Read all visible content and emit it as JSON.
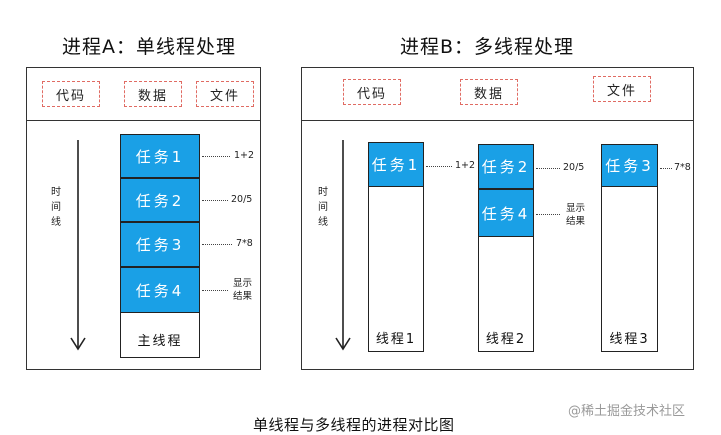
{
  "process_a": {
    "title": "进程A：单线程处理",
    "resources": [
      "代码",
      "数据",
      "文件"
    ],
    "time_label": [
      "时",
      "间",
      "线"
    ],
    "tasks": [
      "任务1",
      "任务2",
      "任务3",
      "任务4"
    ],
    "thread_label": "主线程",
    "notes": [
      "1+2",
      "20/5",
      "7*8",
      "显示",
      "结果"
    ]
  },
  "process_b": {
    "title": "进程B：多线程处理",
    "resources": [
      "代码",
      "数据",
      "文件"
    ],
    "time_label": [
      "时",
      "间",
      "线"
    ],
    "threads": [
      {
        "label": "线程1",
        "tasks": [
          "任务1"
        ],
        "notes": [
          "1+2"
        ]
      },
      {
        "label": "线程2",
        "tasks": [
          "任务2",
          "任务4"
        ],
        "notes": [
          "20/5",
          "显示",
          "结果"
        ]
      },
      {
        "label": "线程3",
        "tasks": [
          "任务3"
        ],
        "notes": [
          "7*8"
        ]
      }
    ]
  },
  "caption": "单线程与多线程的进程对比图",
  "watermark": "@稀土掘金技术社区",
  "colors": {
    "task_fill": "#1aa0e6",
    "resource_border": "#e06b63",
    "line": "#333333"
  }
}
